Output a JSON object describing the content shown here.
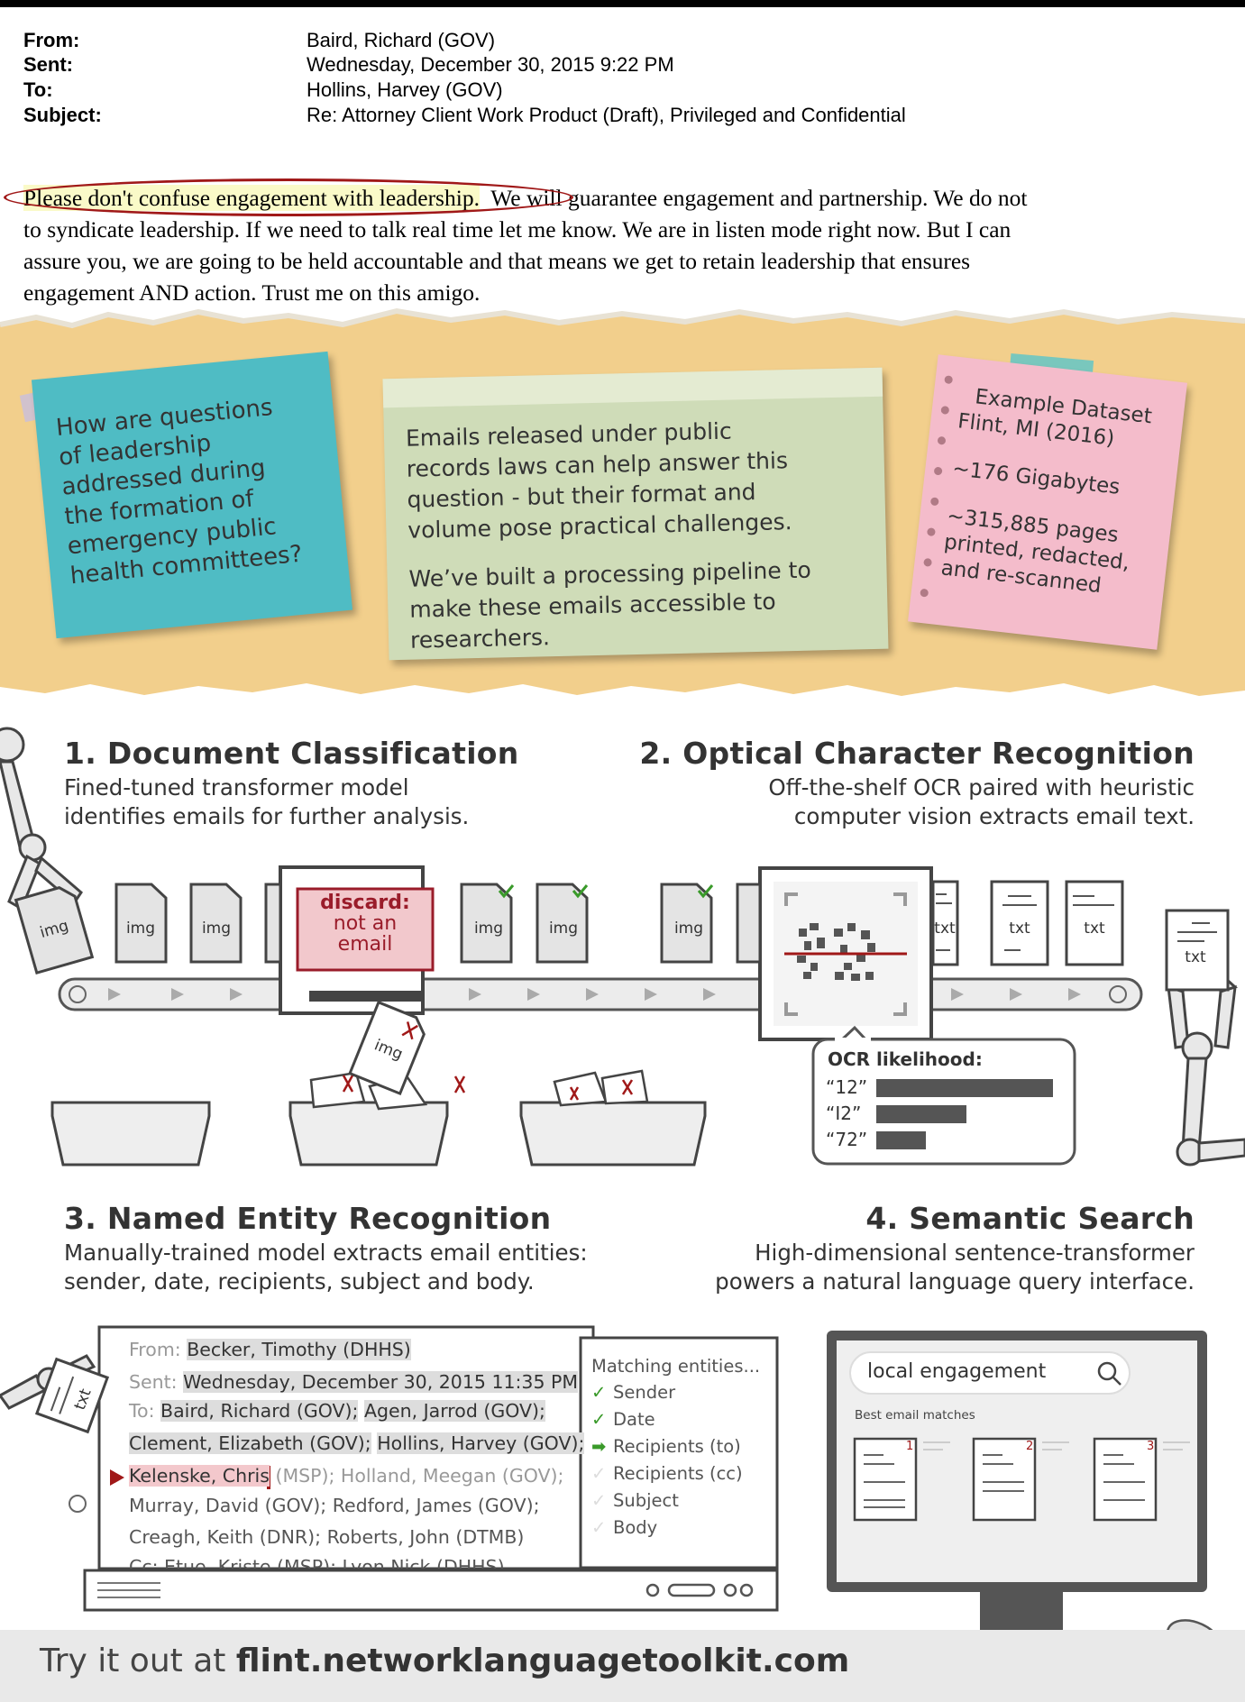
{
  "email": {
    "from_label": "From:",
    "from": "Baird, Richard (GOV)",
    "sent_label": "Sent:",
    "sent": "Wednesday, December 30, 2015 9:22 PM",
    "to_label": "To:",
    "to": "Hollins, Harvey (GOV)",
    "subject_label": "Subject:",
    "subject": "Re: Attorney Client Work Product (Draft), Privileged and Confidential",
    "body_highlight": "Please don't confuse engagement with leadership.",
    "body_line1_rest": "We will guarantee engagement and partnership.  We do not",
    "body_line2": "to syndicate leadership.  If we need to talk real time let me know.  We are in listen mode right now.  But I can",
    "body_line3": "assure you, we are going to be held accountable and that means we get to retain leadership that ensures",
    "body_line4": "engagement AND action.  Trust me on this amigo."
  },
  "notes": {
    "teal": [
      "How are questions",
      "of leadership",
      "addressed during",
      "the formation of",
      "emergency public",
      "health committees?"
    ],
    "green": [
      "Emails released under public",
      "records laws can help answer this",
      "question - but their format and",
      "volume pose practical challenges.",
      "We’ve built a processing pipeline to",
      "make these emails accessible to",
      "researchers."
    ],
    "pink": [
      "Example Dataset",
      "Flint, MI (2016)",
      "~176 Gigabytes",
      "~315,885 pages",
      "printed, redacted,",
      "and re-scanned"
    ]
  },
  "steps": [
    {
      "title": "1. Document Classification",
      "desc": [
        "Fined-tuned transformer model",
        "identifies emails for further analysis."
      ]
    },
    {
      "title": "2. Optical Character Recognition",
      "desc": [
        "Off-the-shelf OCR paired with heuristic",
        "computer vision extracts email text."
      ]
    },
    {
      "title": "3. Named Entity Recognition",
      "desc": [
        "Manually-trained model extracts email entities:",
        "sender, date, recipients, subject and body."
      ]
    },
    {
      "title": "4. Semantic Search",
      "desc": [
        "High-dimensional sentence-transformer",
        "powers a natural language query interface."
      ]
    }
  ],
  "classification": {
    "img_label": "img",
    "discard_title": "discard:",
    "discard_lines": [
      "not an",
      "email"
    ]
  },
  "ocr": {
    "txt_label": "txt",
    "panel_title": "OCR likelihood:",
    "candidates": [
      {
        "label": "“12”",
        "value": 1.0
      },
      {
        "label": "“I2”",
        "value": 0.51
      },
      {
        "label": "“72”",
        "value": 0.28
      }
    ]
  },
  "ner": {
    "from_label": "From:",
    "from": "Becker, Timothy (DHHS)",
    "sent_label": "Sent:",
    "sent": "Wednesday, December 30, 2015 11:35 PM",
    "to_label": "To:",
    "to_a": "Baird, Richard (GOV);",
    "to_b": "Agen, Jarrod (GOV);",
    "to_c": "Clement, Elizabeth (GOV);",
    "to_d": "Hollins, Harvey (GOV);",
    "current": "Kelenske, Chris",
    "after_current": "(MSP); Holland, Meegan (GOV);",
    "line6": "Murray, David (GOV); Redford, James (GOV);",
    "line7": "Creagh, Keith (DNR); Roberts, John (DTMB)",
    "line8": "Cc: Etue, Kriste (MSP); Lyon Nick (DHHS)",
    "matching_title": "Matching entities...",
    "entities": [
      {
        "label": "Sender",
        "status": "done"
      },
      {
        "label": "Date",
        "status": "done"
      },
      {
        "label": "Recipients (to)",
        "status": "active"
      },
      {
        "label": "Recipients (cc)",
        "status": "pending"
      },
      {
        "label": "Subject",
        "status": "pending"
      },
      {
        "label": "Body",
        "status": "pending"
      }
    ]
  },
  "search": {
    "query": "local engagement",
    "results_label": "Best email matches",
    "results": [
      "1",
      "2",
      "3"
    ]
  },
  "footer": {
    "prefix": "Try it out at ",
    "url": "flint.networklanguagetoolkit.com"
  }
}
